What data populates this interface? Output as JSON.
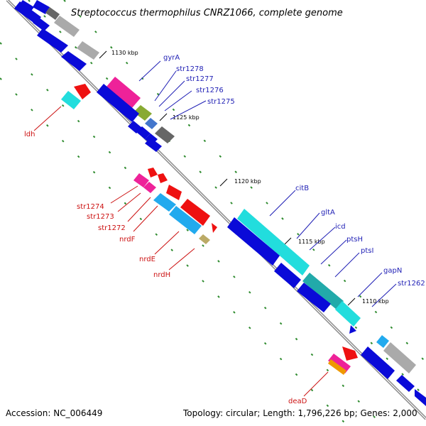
{
  "title": "Streptococcus thermophilus CNRZ1066, complete genome",
  "footer": {
    "accession": "Accession: NC_006449",
    "summary": "Topology: circular; Length: 1,796,226 bp; Genes: 2,000"
  },
  "ruler": {
    "k1130": "1130 kbp",
    "k1125": "1125 kbp",
    "k1120": "1120 kbp",
    "k1115": "1115 kbp",
    "k1110": "1110 kbp"
  },
  "labels": {
    "gyrA": "gyrA",
    "str1278": "str1278",
    "str1277": "str1277",
    "str1276": "str1276",
    "str1275": "str1275",
    "ldh": "ldh",
    "citB": "citB",
    "gltA": "gltA",
    "icd": "icd",
    "ptsH": "ptsH",
    "ptsI": "ptsI",
    "gapN": "gapN",
    "str1262": "str1262",
    "str1274": "str1274",
    "str1273": "str1273",
    "str1272": "str1272",
    "nrdF": "nrdF",
    "nrdE": "nrdE",
    "nrdH": "nrdH",
    "deaD": "deaD"
  },
  "colors": {
    "backbone": "#888888",
    "tick": "#2e8b2e",
    "blue": "#0a0ad8",
    "cyan": "#22dddd",
    "sky": "#22aaee",
    "teal": "#22aaaa",
    "magenta": "#ee2299",
    "red": "#ee1111",
    "olive": "#88aa33",
    "gray": "#aaaaaa",
    "dark_gray": "#666666",
    "label_blue": "#1f1fb5",
    "label_red": "#cc1111"
  }
}
